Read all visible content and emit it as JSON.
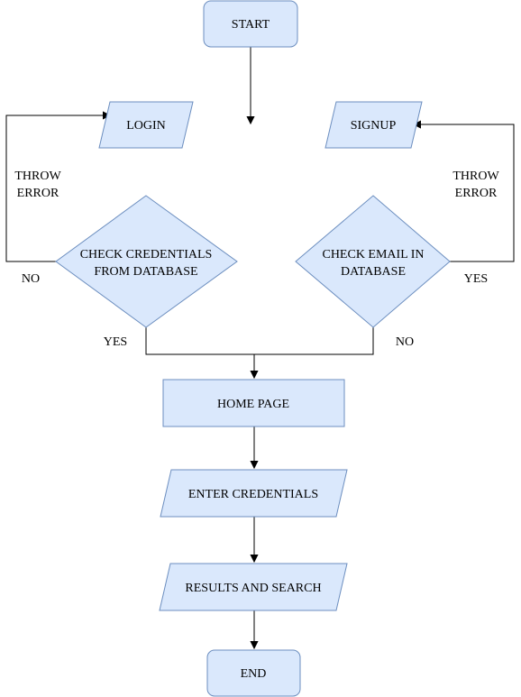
{
  "nodes": {
    "start": "START",
    "login": "LOGIN",
    "signup": "SIGNUP",
    "check_credentials": [
      "CHECK CREDENTIALS",
      "FROM DATABASE"
    ],
    "check_email": [
      "CHECK EMAIL IN",
      "DATABASE"
    ],
    "home_page": "HOME PAGE",
    "enter_credentials": "ENTER CREDENTIALS",
    "results_and_search": "RESULTS AND SEARCH",
    "end": "END"
  },
  "edge_labels": {
    "throw_error_left": [
      "THROW",
      "ERROR"
    ],
    "throw_error_right": [
      "THROW",
      "ERROR"
    ],
    "no_left": "NO",
    "yes_left": "YES",
    "no_right": "NO",
    "yes_right": "YES"
  },
  "colors": {
    "node_fill": "#dae8fc",
    "node_stroke": "#6c8ebf",
    "edge": "#000000"
  }
}
